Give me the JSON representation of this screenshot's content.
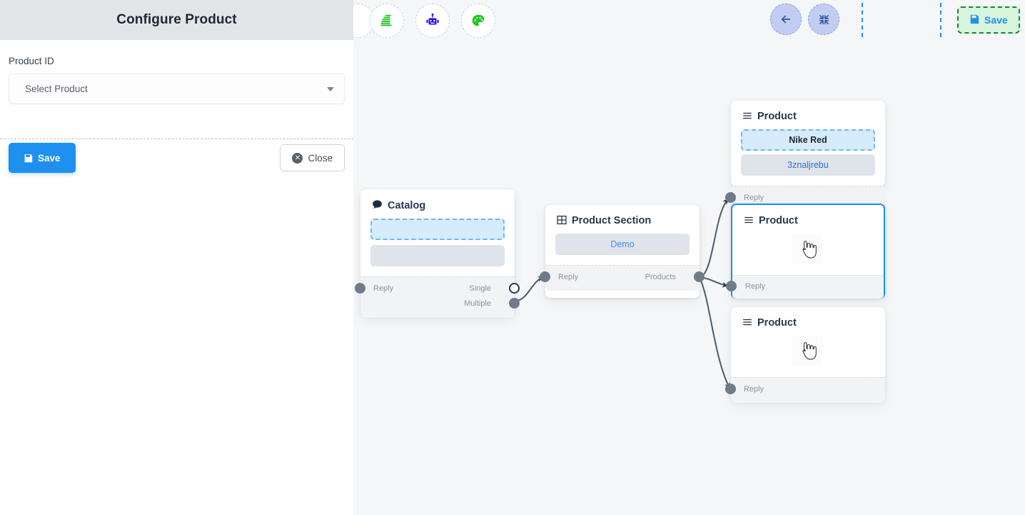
{
  "panel": {
    "title": "Configure Product",
    "field_label": "Product ID",
    "select_value": "Select Product",
    "select_caret_icon": "chevron-down-icon",
    "save_label": "Save",
    "close_label": "Close",
    "save_icon": "floppy-disk-icon",
    "close_icon": "close-circle-icon",
    "accent_color": "#1e90ef",
    "header_bg": "#e2e5e8"
  },
  "toolbar": {
    "tools": [
      {
        "name": "stack-list-icon",
        "color": "#22c322"
      },
      {
        "name": "robot-icon",
        "color": "#2414f0"
      },
      {
        "name": "palette-icon",
        "color": "#1fc91f"
      }
    ],
    "nav": [
      {
        "name": "back-arrow-icon",
        "glyph": "←"
      },
      {
        "name": "fit-to-screen-icon",
        "glyph": "⬌"
      }
    ],
    "empty_slot_label": "",
    "save_label": "Save",
    "save_icon": "floppy-disk-icon",
    "save_border_color": "#14892c",
    "save_bg_color": "#d6f5dc",
    "save_text_color": "#1e90ef"
  },
  "canvas": {
    "background": "#f4f6f8",
    "edge_color": "#4d5b6b",
    "nodes": [
      {
        "id": "catalog",
        "title": "Catalog",
        "icon": "chat-bubble-icon",
        "selected": false,
        "blocks": [
          {
            "type": "dashed-blue",
            "text": ""
          },
          {
            "type": "gray",
            "text": ""
          }
        ],
        "ports_in": [
          {
            "label": "Reply",
            "state": "connected"
          }
        ],
        "ports_out": [
          {
            "label": "Single",
            "state": "empty"
          },
          {
            "label": "Multiple",
            "state": "connected"
          }
        ]
      },
      {
        "id": "product-section",
        "title": "Product Section",
        "icon": "table-grid-icon",
        "selected": false,
        "blocks": [
          {
            "type": "gray",
            "text": "Demo"
          }
        ],
        "ports_in": [
          {
            "label": "Reply",
            "state": "connected"
          }
        ],
        "ports_out": [
          {
            "label": "Products",
            "state": "connected"
          }
        ]
      },
      {
        "id": "product-1",
        "title": "Product",
        "icon": "hamburger-lines-icon",
        "selected": false,
        "blocks": [
          {
            "type": "dashed-blue",
            "text": "Nike Red"
          },
          {
            "type": "gray",
            "text": "3znaljrebu"
          }
        ],
        "ports_in": [
          {
            "label": "Reply",
            "state": "connected"
          }
        ],
        "ports_out": []
      },
      {
        "id": "product-2",
        "title": "Product",
        "icon": "hamburger-lines-icon",
        "selected": true,
        "blocks": [],
        "ports_in": [
          {
            "label": "Reply",
            "state": "connected"
          }
        ],
        "ports_out": []
      },
      {
        "id": "product-3",
        "title": "Product",
        "icon": "hamburger-lines-icon",
        "selected": false,
        "blocks": [],
        "ports_in": [
          {
            "label": "Reply",
            "state": "connected"
          }
        ],
        "ports_out": []
      }
    ]
  }
}
